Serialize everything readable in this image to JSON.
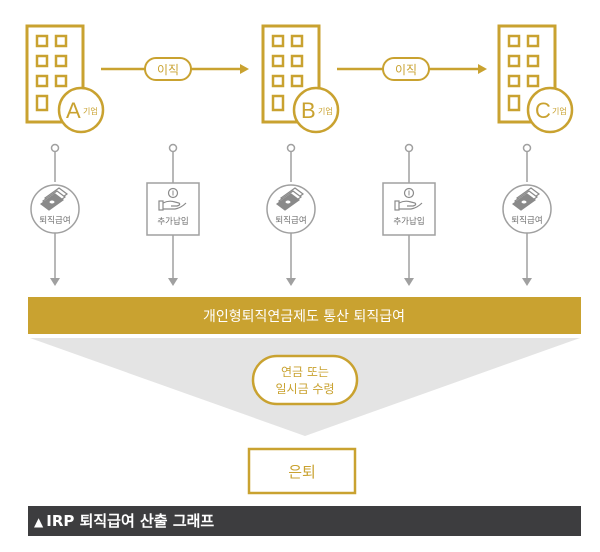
{
  "companies": [
    {
      "letter": "A",
      "suffix": "기업"
    },
    {
      "letter": "B",
      "suffix": "기업"
    },
    {
      "letter": "C",
      "suffix": "기업"
    }
  ],
  "transfer_label": "이직",
  "flows": [
    {
      "icon": "money-stack-icon",
      "label": "퇴직급여"
    },
    {
      "icon": "hand-coin-icon",
      "label": "추가납입"
    },
    {
      "icon": "money-stack-icon",
      "label": "퇴직급여"
    },
    {
      "icon": "hand-coin-icon",
      "label": "추가납입"
    },
    {
      "icon": "money-stack-icon",
      "label": "퇴직급여"
    }
  ],
  "irp_bar": "개인형퇴직연금제도 통산 퇴직급여",
  "receive_lines": [
    "연금 또는",
    "일시금 수령"
  ],
  "retire": "은퇴",
  "caption": "IRP 퇴직급여 산출 그래프",
  "colors": {
    "gold": "#c9a230",
    "gray_line": "#a0a0a0",
    "funnel": "#e4e4e4",
    "caption_bg": "#3d3d3f"
  }
}
